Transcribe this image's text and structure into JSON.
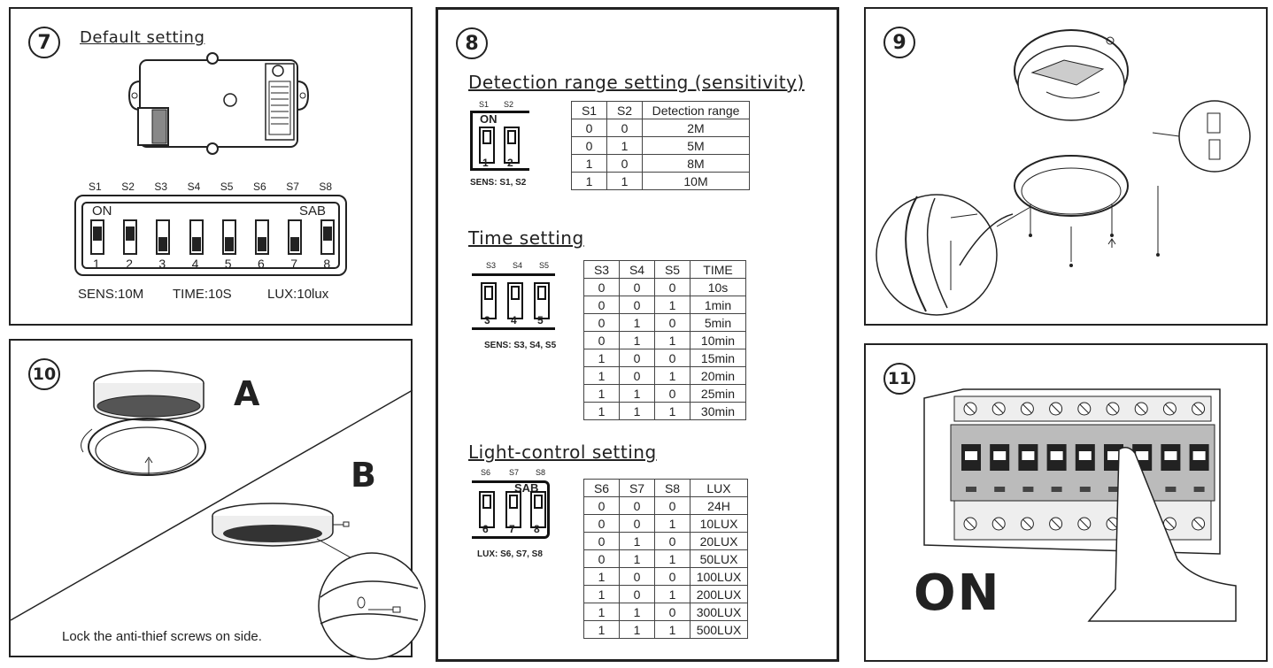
{
  "panel7": {
    "number": "7",
    "title": "Default setting",
    "switch_labels": [
      "S1",
      "S2",
      "S3",
      "S4",
      "S5",
      "S6",
      "S7",
      "S8"
    ],
    "switch_numbers": [
      "1",
      "2",
      "3",
      "4",
      "5",
      "6",
      "7",
      "8"
    ],
    "on_label": "ON",
    "sab_label": "SAB",
    "switch_states_up": [
      true,
      true,
      false,
      false,
      false,
      false,
      false,
      true
    ],
    "sens": "SENS:10M",
    "time": "TIME:10S",
    "lux": "LUX:10lux"
  },
  "panel8": {
    "number": "8",
    "detection": {
      "title": "Detection range setting (sensitivity)",
      "switch_header": [
        "S1",
        "S2"
      ],
      "on_label": "ON",
      "switch_numbers": [
        "1",
        "2"
      ],
      "caption": "SENS: S1, S2",
      "headers": [
        "S1",
        "S2",
        "Detection range"
      ],
      "rows": [
        [
          "0",
          "0",
          "2M"
        ],
        [
          "0",
          "1",
          "5M"
        ],
        [
          "1",
          "0",
          "8M"
        ],
        [
          "1",
          "1",
          "10M"
        ]
      ]
    },
    "time": {
      "title": "Time setting",
      "switch_header": [
        "S3",
        "S4",
        "S5"
      ],
      "switch_numbers": [
        "3",
        "4",
        "5"
      ],
      "caption": "SENS: S3, S4, S5",
      "headers": [
        "S3",
        "S4",
        "S5",
        "TIME"
      ],
      "rows": [
        [
          "0",
          "0",
          "0",
          "10s"
        ],
        [
          "0",
          "0",
          "1",
          "1min"
        ],
        [
          "0",
          "1",
          "0",
          "5min"
        ],
        [
          "0",
          "1",
          "1",
          "10min"
        ],
        [
          "1",
          "0",
          "0",
          "15min"
        ],
        [
          "1",
          "0",
          "1",
          "20min"
        ],
        [
          "1",
          "1",
          "0",
          "25min"
        ],
        [
          "1",
          "1",
          "1",
          "30min"
        ]
      ]
    },
    "light": {
      "title": "Light-control setting",
      "switch_header": [
        "S6",
        "S7",
        "S8"
      ],
      "sab_label": "SAB",
      "switch_numbers": [
        "6",
        "7",
        "8"
      ],
      "caption": "LUX: S6, S7, S8",
      "headers": [
        "S6",
        "S7",
        "S8",
        "LUX"
      ],
      "rows": [
        [
          "0",
          "0",
          "0",
          "24H"
        ],
        [
          "0",
          "0",
          "1",
          "10LUX"
        ],
        [
          "0",
          "1",
          "0",
          "20LUX"
        ],
        [
          "0",
          "1",
          "1",
          "50LUX"
        ],
        [
          "1",
          "0",
          "0",
          "100LUX"
        ],
        [
          "1",
          "0",
          "1",
          "200LUX"
        ],
        [
          "1",
          "1",
          "0",
          "300LUX"
        ],
        [
          "1",
          "1",
          "1",
          "500LUX"
        ]
      ]
    }
  },
  "panel9": {
    "number": "9"
  },
  "panel10": {
    "number": "10",
    "label_a": "A",
    "label_b": "B",
    "caption": "Lock the anti-thief screws on side."
  },
  "panel11": {
    "number": "11",
    "on_text": "ON"
  }
}
